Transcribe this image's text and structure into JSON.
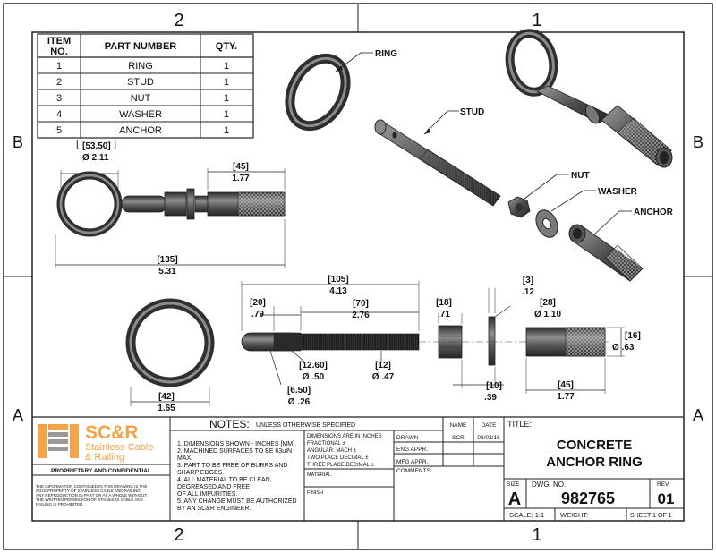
{
  "border": {
    "zones_top": [
      "2",
      "1"
    ],
    "zones_bottom": [
      "2",
      "1"
    ],
    "zones_left": [
      "B",
      "A"
    ],
    "zones_right": [
      "B",
      "A"
    ]
  },
  "bom": {
    "headers": [
      "ITEM NO.",
      "PART NUMBER",
      "QTY."
    ],
    "header_item_l1": "ITEM",
    "header_item_l2": "NO.",
    "rows": [
      {
        "item": "1",
        "part": "RING",
        "qty": "1"
      },
      {
        "item": "2",
        "part": "STUD",
        "qty": "1"
      },
      {
        "item": "3",
        "part": "NUT",
        "qty": "1"
      },
      {
        "item": "4",
        "part": "WASHER",
        "qty": "1"
      },
      {
        "item": "5",
        "part": "ANCHOR",
        "qty": "1"
      }
    ]
  },
  "callouts": {
    "ring": "RING",
    "stud": "STUD",
    "nut": "NUT",
    "washer": "WASHER",
    "anchor": "ANCHOR"
  },
  "dims": {
    "d1_mm": "53.50",
    "d1_in": "Ø 2.11",
    "d2_mm": "45",
    "d2_in": "1.77",
    "d3_mm": "135",
    "d3_in": "5.31",
    "d4_mm": "42",
    "d4_in": "1.65",
    "d5_mm": "105",
    "d5_in": "4.13",
    "d6_mm": "20",
    "d6_in": ".79",
    "d7_mm": "70",
    "d7_in": "2.76",
    "d8_mm": "12.60",
    "d8_in": "Ø .50",
    "d9_mm": "12",
    "d9_in": "Ø .47",
    "d10_mm": "6.50",
    "d10_in": "Ø .26",
    "d11_mm": "18",
    "d11_in": ".71",
    "d12_mm": "3",
    "d12_in": ".12",
    "d13_mm": "28",
    "d13_in": "Ø 1.10",
    "d14_mm": "10",
    "d14_in": ".39",
    "d15_mm": "16",
    "d15_in": "Ø .63",
    "d16_mm": "45",
    "d16_in": "1.77"
  },
  "logo": {
    "name": "SC&R",
    "tagline_1": "Stainless Cable",
    "tagline_2": "& Railing",
    "proprietary": "PROPRIETARY AND CONFIDENTIAL",
    "disclaimer": [
      "THE INFORMATION CONTAINED IN THIS DRAWING IS THE",
      "SOLE PROPERTY OF STAINLESS CABLE AND RAILING.",
      "ANY REPRODUCTION IN PART OR AS A WHOLE WITHOUT",
      "THE WRITTEN PERMISSION OF STAINLESS CABLE AND",
      "RAILING IS PROHIBITED."
    ]
  },
  "notes": {
    "title": "NOTES:",
    "subtitle": "UNLESS OTHERWISE SPECIFIED",
    "lines": [
      "1. DIMENSIONS SHOWN - INCHES [MM].",
      "2. MACHINED SURFACES TO BE 63uIN",
      "MAX.",
      "3. PART TO BE FREE OF BURRS AND",
      "SHARP EDGES.",
      "4. ALL MATERIAL TO BE CLEAN,",
      "DEGREASED AND FREE",
      "OF ALL IMPURITIES.",
      "5. ANY CHANGE MUST BE AUTHORIZED",
      "BY AN SC&R ENGINEER."
    ]
  },
  "tolerances": {
    "lines": [
      "DIMENSIONS ARE IN INCHES",
      "FRACTIONAL        ±",
      "ANGULAR: MACH      ±",
      "TWO PLACE DECIMAL    ±",
      "THREE PLACE DECIMAL  ±"
    ],
    "material": "MATERIAL",
    "finish": "FINISH"
  },
  "approvals": {
    "name_header": "NAME",
    "date_header": "DATE",
    "drawn_label": "DRAWN",
    "drawn_name": "SCR",
    "drawn_date": "08/02/18",
    "eng": "ENG APPR.",
    "mfg": "MFG APPR.",
    "comments": "COMMENTS:"
  },
  "titleblock": {
    "title_label": "TITLE:",
    "title_1": "CONCRETE",
    "title_2": "ANCHOR RING",
    "size_label": "SIZE",
    "size": "A",
    "dwg_label": "DWG.  NO.",
    "dwg_no": "982765",
    "rev_label": "REV",
    "rev": "01",
    "scale": "SCALE: 1:1",
    "weight": "WEIGHT:",
    "sheet": "SHEET 1 OF 1"
  },
  "colors": {
    "orange": "#f0a44b",
    "grey": "#8a8a8a",
    "ink": "#222222",
    "metal_dark": "#3a3a3a",
    "metal_mid": "#6a6a6a",
    "metal_light": "#9a9a9a"
  }
}
